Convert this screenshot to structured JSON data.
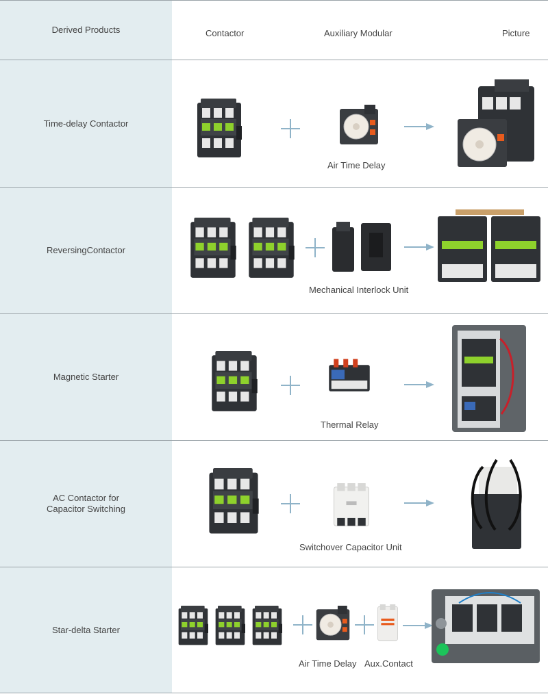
{
  "header": {
    "derived_products": "Derived Products",
    "contactor": "Contactor",
    "auxiliary_modular": "Auxiliary Modular",
    "picture": "Picture"
  },
  "rows": [
    {
      "name": "Time-delay Contactor",
      "auxiliary": "Air Time Delay"
    },
    {
      "name": "ReversingContactor",
      "auxiliary": "Mechanical Interlock Unit"
    },
    {
      "name": "Magnetic Starter",
      "auxiliary": "Thermal Relay"
    },
    {
      "name_line1": "AC Contactor for",
      "name_line2": "Capacitor Switching",
      "auxiliary": "Switchover Capacitor Unit"
    },
    {
      "name": "Star-delta Starter",
      "auxiliary": "Air Time Delay",
      "auxiliary2": "Aux.Contact"
    }
  ],
  "colors": {
    "panel": "#e3edf0",
    "accent": "#8fb3c8",
    "rule": "#9aa3a8",
    "green": "#8ed12c"
  }
}
